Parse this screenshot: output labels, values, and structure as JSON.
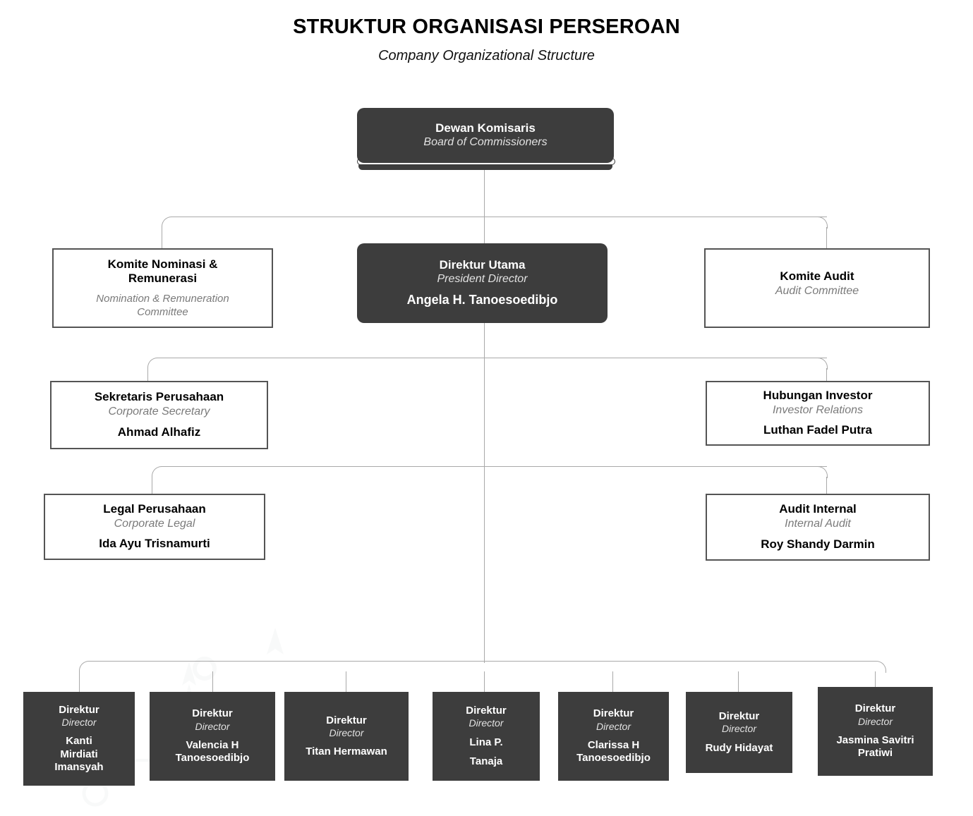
{
  "header": {
    "title": "STRUKTUR ORGANISASI PERSEROAN",
    "subtitle": "Company Organizational Structure"
  },
  "chart_data": {
    "type": "diagram",
    "title": "STRUKTUR ORGANISASI PERSEROAN",
    "subtitle": "Company Organizational Structure",
    "style": {
      "dark_node_fill": "#3d3d3d",
      "light_node_fill": "#ffffff",
      "light_node_border": "#545454",
      "connector_color": "#a9a9a9",
      "subtitle_text_color": "#7a7a7a"
    },
    "levels": [
      [
        "board_of_commissioners"
      ],
      [
        "nomination_remuneration_committee",
        "president_director",
        "audit_committee"
      ],
      [
        "corporate_secretary",
        "investor_relations"
      ],
      [
        "corporate_legal",
        "internal_audit"
      ],
      [
        "director_1",
        "director_2",
        "director_3",
        "director_4",
        "director_5",
        "director_6",
        "director_7"
      ]
    ]
  },
  "nodes": {
    "board_of_commissioners": {
      "title": "Dewan Komisaris",
      "subtitle": "Board of Commissioners",
      "person": ""
    },
    "nomination_remuneration_committee": {
      "title_line1": "Komite Nominasi &",
      "title_line2": "Remunerasi",
      "subtitle_line1": "Nomination  & Remuneration",
      "subtitle_line2": "Committee"
    },
    "president_director": {
      "title": "Direktur Utama",
      "subtitle": "President Director",
      "person": "Angela H. Tanoesoedibjo"
    },
    "audit_committee": {
      "title": "Komite Audit",
      "subtitle": "Audit Committee"
    },
    "corporate_secretary": {
      "title": "Sekretaris  Perusahaan",
      "subtitle": "Corporate Secretary",
      "person": "Ahmad Alhafiz"
    },
    "investor_relations": {
      "title": "Hubungan Investor",
      "subtitle": "Investor Relations",
      "person": "Luthan Fadel Putra"
    },
    "corporate_legal": {
      "title": "Legal Perusahaan",
      "subtitle": "Corporate Legal",
      "person": "Ida Ayu Trisnamurti"
    },
    "internal_audit": {
      "title": "Audit Internal",
      "subtitle": "Internal Audit",
      "person": "Roy Shandy Darmin"
    },
    "director_1": {
      "title": "Direktur",
      "subtitle": "Director",
      "person_line1": "Kanti",
      "person_line2": "Mirdiati",
      "person_line3": "Imansyah"
    },
    "director_2": {
      "title": "Direktur",
      "subtitle": "Director",
      "person_line1": "Valencia H",
      "person_line2": "Tanoesoedibjo"
    },
    "director_3": {
      "title": "Direktur",
      "subtitle": "Director",
      "person_line1": "Titan Hermawan"
    },
    "director_4": {
      "title": "Direktur",
      "subtitle": "Director",
      "person_line1": "Lina P.",
      "person_line2": "Tanaja"
    },
    "director_5": {
      "title": "Direktur",
      "subtitle": "Director",
      "person_line1": "Clarissa H",
      "person_line2": "Tanoesoedibjo"
    },
    "director_6": {
      "title": "Direktur",
      "subtitle": "Director",
      "person_line1": "Rudy Hidayat"
    },
    "director_7": {
      "title": "Direktur",
      "subtitle": "Director",
      "person_line1": "Jasmina Savitri",
      "person_line2": "Pratiwi"
    }
  }
}
